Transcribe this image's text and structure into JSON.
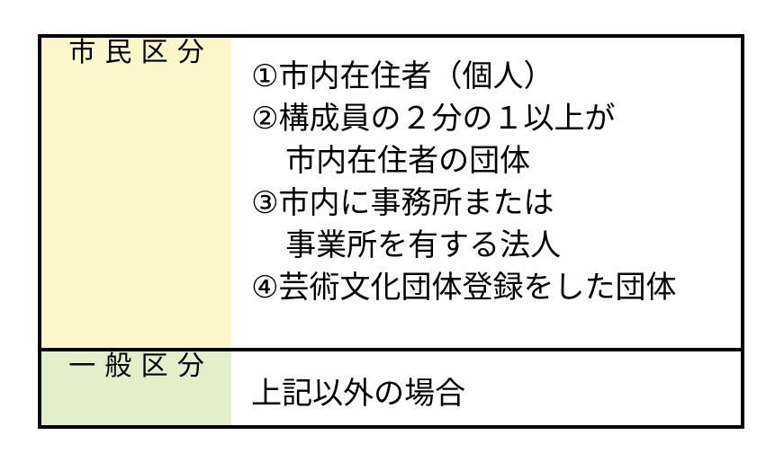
{
  "table": {
    "rows": [
      {
        "label": "市民区分",
        "label_name": "citizen-classification",
        "lines": [
          {
            "text": "①市内在住者（個人）",
            "indent": false
          },
          {
            "text": "②構成員の２分の１以上が",
            "indent": false
          },
          {
            "text": "市内在住者の団体",
            "indent": true
          },
          {
            "text": "③市内に事務所または",
            "indent": false
          },
          {
            "text": "事業所を有する法人",
            "indent": true
          },
          {
            "text": "④芸術文化団体登録をした団体",
            "indent": false
          }
        ]
      },
      {
        "label": "一般区分",
        "label_name": "general-classification",
        "lines": [
          {
            "text": "上記以外の場合",
            "indent": false
          }
        ]
      }
    ]
  },
  "colors": {
    "citizen_cell_bg": "#FDF5CC",
    "general_cell_bg": "#E3EECB",
    "body_cell_bg": "#FFFFFF",
    "border": "#000000",
    "text": "#000000"
  }
}
